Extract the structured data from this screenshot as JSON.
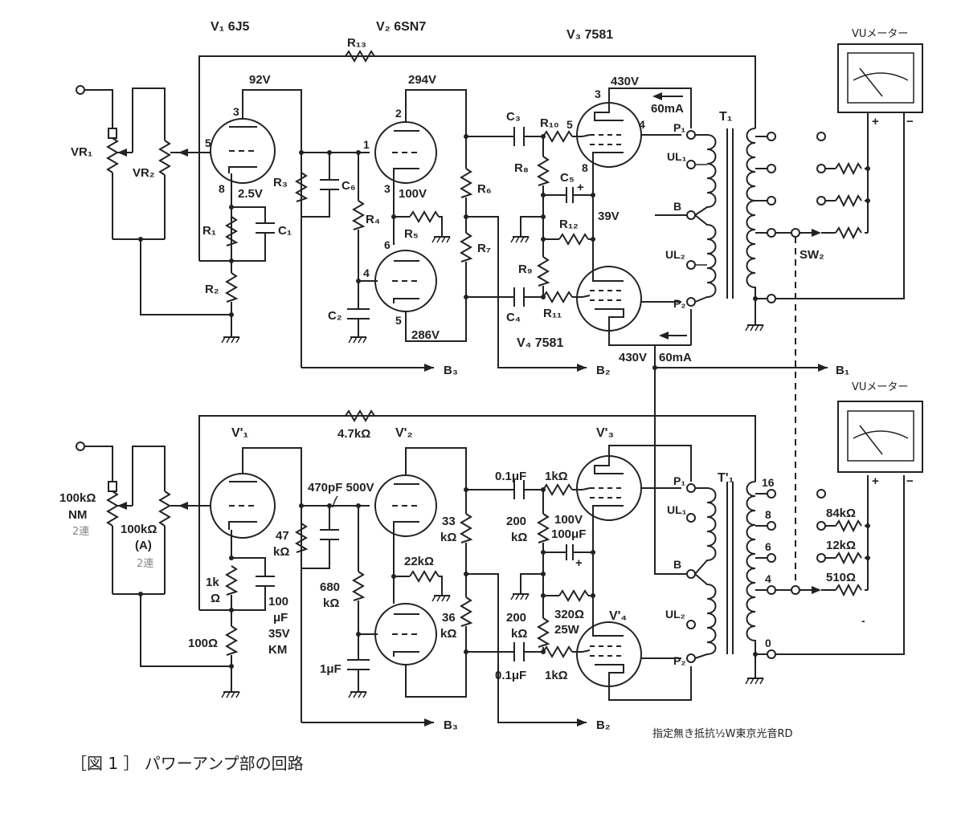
{
  "top": {
    "v1_title": "V₁ 6J5",
    "v2_title": "V₂ 6SN7",
    "v3_title": "V₃ 7581",
    "v4_title": "V₄ 7581",
    "r13": "R₁₃",
    "v92": "92V",
    "v294": "294V",
    "v430_top": "430V",
    "ma60_top": "60mA",
    "v2_5": "2.5V",
    "v100": "100V",
    "v286": "286V",
    "v39": "39V",
    "v430_bot": "430V",
    "ma60_bot": "60mA",
    "vr1": "VR₁",
    "vr2": "VR₂",
    "r1": "R₁",
    "r2": "R₂",
    "r3": "R₃",
    "r4": "R₄",
    "r5": "R₅",
    "r6": "R₆",
    "r7": "R₇",
    "r8": "R₈",
    "r9": "R₉",
    "r10": "R₁₀",
    "r11": "R₁₁",
    "r12": "R₁₂",
    "c1": "C₁",
    "c2": "C₂",
    "c3": "C₃",
    "c4": "C₄",
    "c5": "C₅",
    "c6": "C₆",
    "t1": "T₁",
    "p1": "P₁",
    "p2": "P₂",
    "ul1": "UL₁",
    "ul2": "UL₂",
    "b": "B",
    "sw2": "SW₂",
    "b1": "B₁",
    "b2": "B₂",
    "b3": "B₃",
    "meter": "VUメーター",
    "plus": "+",
    "minus": "−",
    "pin5": "5",
    "pin3": "3",
    "pin8": "8",
    "pin2": "2",
    "pin1": "1",
    "pin6": "6",
    "pin4": "4"
  },
  "bottom": {
    "v1": "V'₁",
    "v2": "V'₂",
    "v3": "V'₃",
    "v4": "V'₄",
    "r13": "4.7kΩ",
    "c6": "470pF 500V",
    "r3": "47 kΩ",
    "r4": "680 kΩ",
    "r5": "22kΩ",
    "r6": "33 kΩ",
    "r7": "36 kΩ",
    "c3": "0.1μF",
    "c4": "0.1μF",
    "r10": "1kΩ",
    "r11": "1kΩ",
    "r8": "200 kΩ",
    "r9": "200 kΩ",
    "c5": "100V 100μF",
    "r12": "320Ω 25W",
    "r1": "1k Ω",
    "c1": "100 μF 35V KM",
    "r2": "100Ω",
    "c2": "1μF",
    "vr1": "100kΩ NM",
    "vr1_sub": "2連",
    "vr2": "100kΩ (A)",
    "vr2_sub": "2連",
    "t1": "T'₁",
    "tap16": "16",
    "tap8": "8",
    "tap6": "6",
    "tap4": "4",
    "tap0": "0",
    "p1": "P₁",
    "p2": "P₂",
    "ul1": "UL₁",
    "ul2": "UL₂",
    "b": "B",
    "m84": "84kΩ",
    "m12": "12kΩ",
    "m510": "510Ω",
    "b2": "B₂",
    "b3": "B₃",
    "meter": "VUメーター",
    "plus": "+",
    "minus": "−"
  },
  "note": "指定無き抵抗½W東京光音RD",
  "caption": "［図 1 ］ パワーアンプ部の回路"
}
